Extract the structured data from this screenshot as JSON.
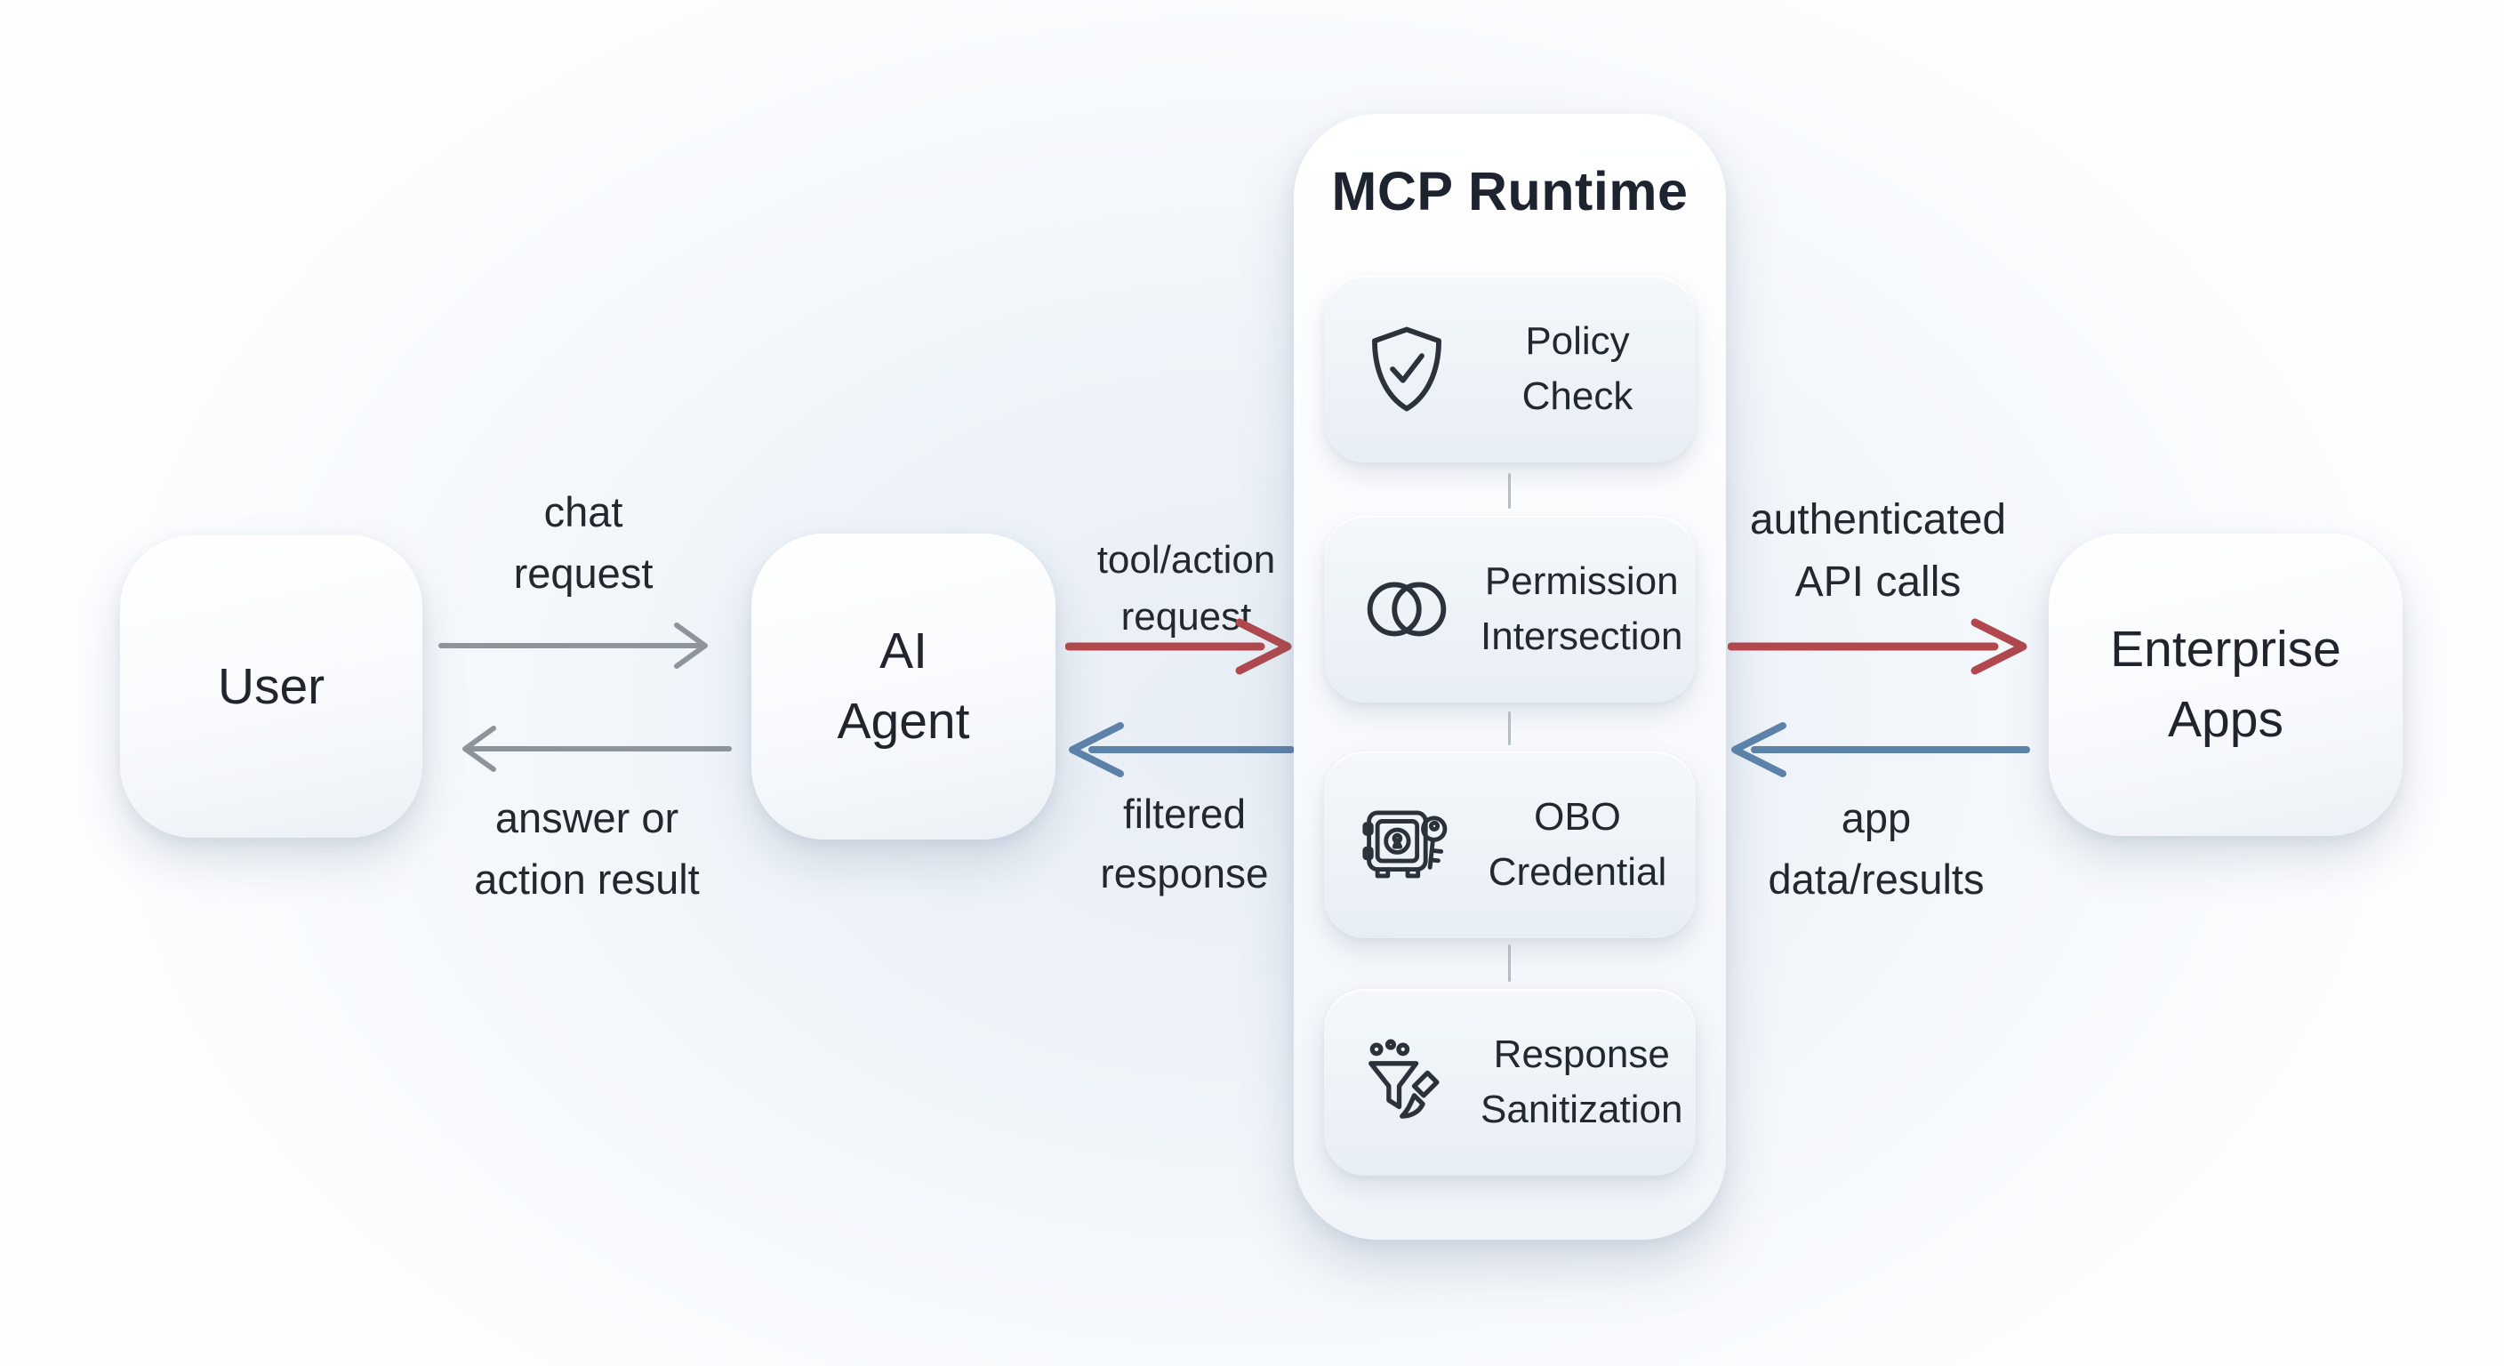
{
  "nodes": {
    "user": {
      "label": "User"
    },
    "agent": {
      "line1": "AI",
      "line2": "Agent"
    },
    "enterprise": {
      "line1": "Enterprise",
      "line2": "Apps"
    }
  },
  "mcp": {
    "title": "MCP Runtime",
    "steps": [
      {
        "icon": "shield-check-icon",
        "line1": "Policy",
        "line2": "Check"
      },
      {
        "icon": "venn-intersection-icon",
        "line1": "Permission",
        "line2": "Intersection"
      },
      {
        "icon": "safe-key-icon",
        "line1": "OBO",
        "line2": "Credential"
      },
      {
        "icon": "funnel-brush-icon",
        "line1": "Response",
        "line2": "Sanitization"
      }
    ]
  },
  "flows": {
    "chat_request": {
      "line1": "chat",
      "line2": "request",
      "direction": "user-to-agent"
    },
    "answer_result": {
      "line1": "answer or",
      "line2": "action result",
      "direction": "agent-to-user"
    },
    "tool_request": {
      "line1": "tool/action",
      "line2": "request",
      "direction": "agent-to-mcp"
    },
    "filtered_response": {
      "line1": "filtered",
      "line2": "response",
      "direction": "mcp-to-agent"
    },
    "authenticated_calls": {
      "line1": "authenticated",
      "line2": "API calls",
      "direction": "mcp-to-apps"
    },
    "app_data": {
      "line1": "app",
      "line2": "data/results",
      "direction": "apps-to-mcp"
    }
  },
  "colors": {
    "request_arrow_red": "#b0484d",
    "response_arrow_blue": "#5d82aa",
    "neutral_arrow_gray": "#8d949b",
    "text_dark": "#22272e",
    "panel_background": "#f7fafc",
    "step_background": "#eaf0f6"
  }
}
